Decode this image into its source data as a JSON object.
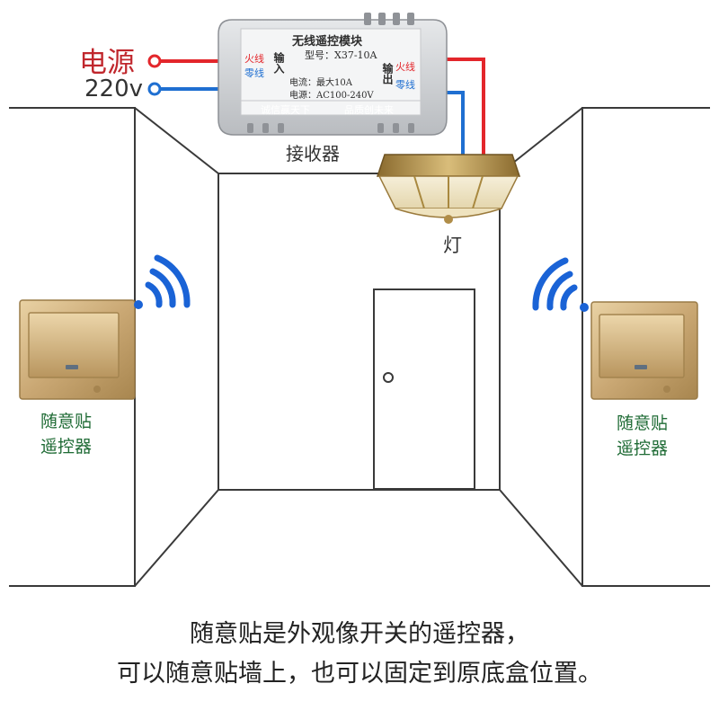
{
  "power": {
    "label": "电源",
    "voltage": "220v"
  },
  "receiver": {
    "label": "接收器",
    "module": {
      "title": "无线遥控模块",
      "model": "型号：X37-10A",
      "input_live": "火线",
      "input_neutral": "零线",
      "input_label": "输入",
      "output_live": "火线",
      "output_neutral": "零线",
      "output_label": "输出",
      "current": "电流：最大10A",
      "supply": "电源：AC100-240V",
      "slogan_left": "诚信赢天下",
      "slogan_right": "品质创未来"
    }
  },
  "lamp": {
    "label": "灯"
  },
  "remote_left": {
    "line1": "随意贴",
    "line2": "遥控器"
  },
  "remote_right": {
    "line1": "随意贴",
    "line2": "遥控器"
  },
  "caption": {
    "line1": "随意贴是外观像开关的遥控器，",
    "line2": "可以随意贴墙上，也可以固定到原底盒位置。"
  },
  "colors": {
    "live_wire": "#e3262b",
    "neutral_wire": "#1f6fd1",
    "signal": "#1a63d6",
    "remote_label": "#1f6b35",
    "power_label": "#c0272d"
  }
}
